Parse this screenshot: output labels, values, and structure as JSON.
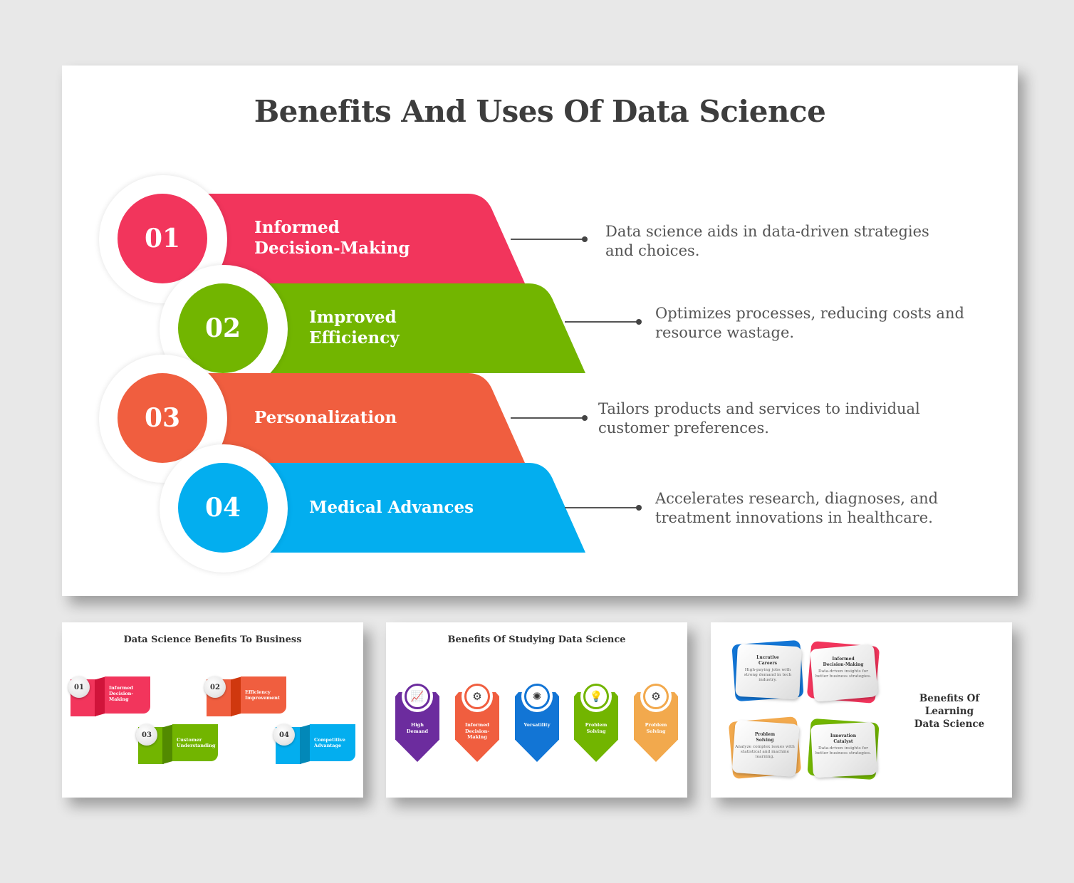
{
  "main_slide": {
    "title": "Benefits And Uses Of Data Science",
    "items": [
      {
        "number": "01",
        "label": "Informed\nDecision-Making",
        "description_line1": "Data science aids in data-driven strategies",
        "description_line2": "and choices.",
        "color": "#F2355C"
      },
      {
        "number": "02",
        "label": "Improved\nEfficiency",
        "description_line1": "Optimizes processes, reducing costs and",
        "description_line2": "resource wastage.",
        "color": "#72B500"
      },
      {
        "number": "03",
        "label": "Personalization",
        "description_line1": "Tailors products and services to individual",
        "description_line2": "customer preferences.",
        "color": "#F05E3F"
      },
      {
        "number": "04",
        "label": "Medical Advances",
        "description_line1": "Accelerates research, diagnoses, and",
        "description_line2": "treatment innovations in healthcare.",
        "color": "#03AEEF"
      }
    ]
  },
  "thumbnails": [
    {
      "title": "Data Science Benefits To Business",
      "items": [
        {
          "number": "01",
          "label": "Informed Decision-Making",
          "color": "#F2355C",
          "fold_color": "#D0143A"
        },
        {
          "number": "02",
          "label": "Efficiency Improvement",
          "color": "#F05E3F",
          "fold_color": "#D0380E"
        },
        {
          "number": "03",
          "label": "Customer Understanding",
          "color": "#72B500",
          "fold_color": "#528A00"
        },
        {
          "number": "04",
          "label": "Competitive Advantage",
          "color": "#03AEEF",
          "fold_color": "#0288B8"
        }
      ]
    },
    {
      "title": "Benefits Of Studying Data Science",
      "items": [
        {
          "label": "High\nDemand",
          "icon": "growth-chart-icon",
          "glyph": "📈",
          "color": "#6C2C9E"
        },
        {
          "label": "Informed\nDecision-\nMaking",
          "icon": "decision-icon",
          "glyph": "⚙",
          "color": "#F05E3F"
        },
        {
          "label": "Versatility",
          "icon": "network-icon",
          "glyph": "✺",
          "color": "#1275D5"
        },
        {
          "label": "Problem\nSolving",
          "icon": "lightbulb-icon",
          "glyph": "💡",
          "color": "#72B500"
        },
        {
          "label": "Problem\nSolving",
          "icon": "person-gear-icon",
          "glyph": "⚙",
          "color": "#F2A94D"
        }
      ]
    },
    {
      "title": "Benefits Of\nLearning\nData Science",
      "cards": [
        {
          "title": "Lucrative\nCareers",
          "text": "High-paying jobs with strong demand in tech industry.",
          "color": "#1275D5"
        },
        {
          "title": "Informed\nDecision-Making",
          "text": "Data-driven insights for better business strategies.",
          "color": "#F2355C"
        },
        {
          "title": "Problem\nSolving",
          "text": "Analyze complex issues with statistical and machine learning.",
          "color": "#F2A94D"
        },
        {
          "title": "Innovation\nCatalyst",
          "text": "Data-driven insights for better business strategies.",
          "color": "#72B500"
        }
      ]
    }
  ]
}
